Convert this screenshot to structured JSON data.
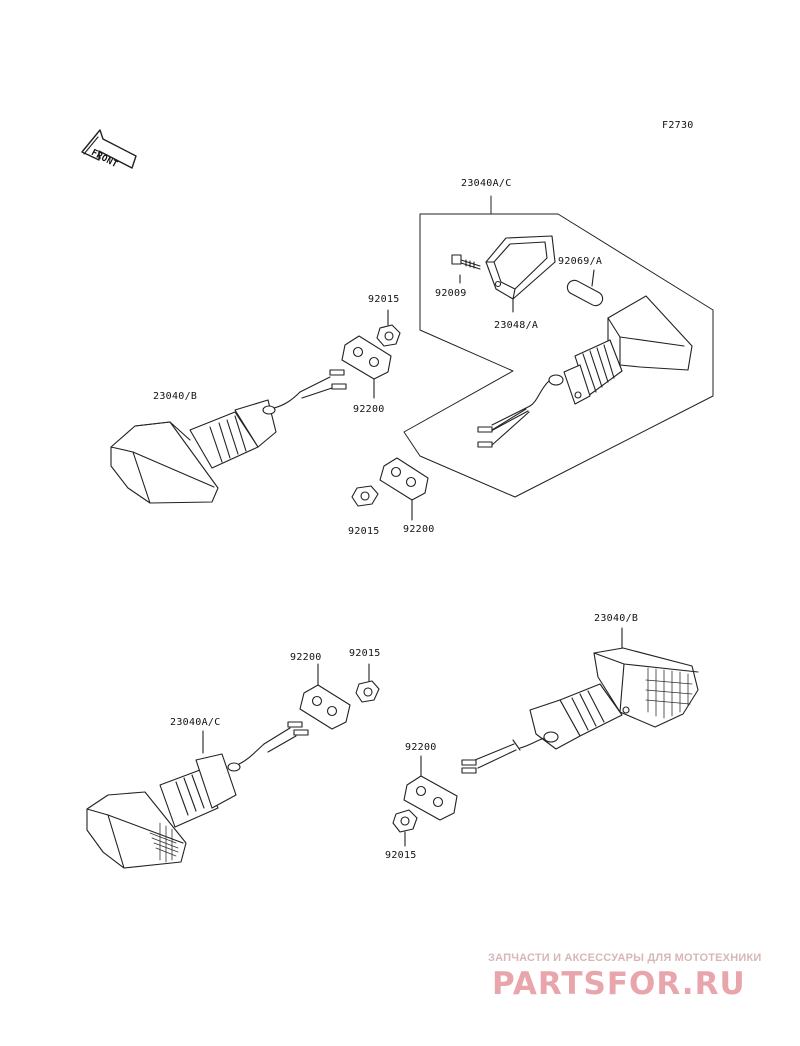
{
  "figure_code": "F2730",
  "front_label": "FRONT",
  "parts": {
    "assy_ac_top": "23040A/C",
    "assy_b_top": "23040/B",
    "assy_ac_bottom": "23040A/C",
    "assy_b_bottom": "23040/B",
    "screw": "92009",
    "lens": "23048/A",
    "bulb": "92069/A",
    "nut_top_left": "92015",
    "plate_top_left": "92200",
    "nut_top_mid": "92015",
    "plate_top_mid": "92200",
    "plate_bottom_left": "92200",
    "nut_bottom_left": "92015",
    "plate_bottom_right": "92200",
    "nut_bottom_right": "92015"
  },
  "watermark": {
    "tagline": "ЗАПЧАСТИ И АКСЕССУАРЫ ДЛЯ МОТОТЕХНИКИ",
    "logo": "PARTSFOR.RU"
  }
}
